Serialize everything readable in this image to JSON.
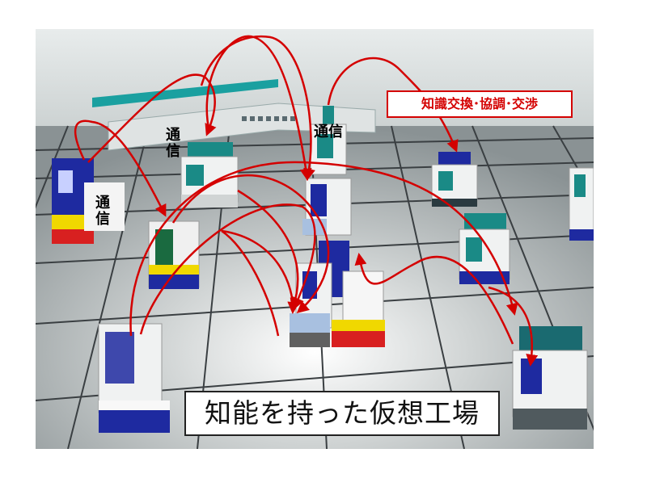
{
  "labels": {
    "comm_1": "通",
    "comm_2": "信",
    "comm_top_right": "通信",
    "comm_left_1": "通",
    "comm_left_2": "信"
  },
  "knowledge_box": "知識交換･協調･交渉",
  "caption": "知能を持った仮想工場",
  "colors": {
    "arrow": "#d40000",
    "machine_blue": "#1e2aa0",
    "machine_teal": "#1a8a86",
    "machine_yellow": "#f0d800",
    "floor": "#b8bec0"
  }
}
